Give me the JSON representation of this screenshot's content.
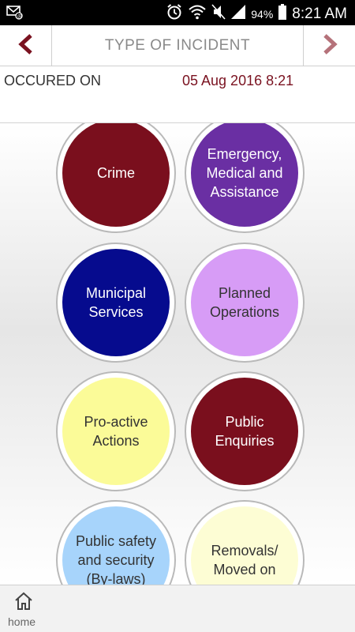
{
  "status_bar": {
    "battery_percent": "94%",
    "time": "8:21 AM",
    "icons": [
      "email-icon",
      "alarm-icon",
      "wifi-icon",
      "mute-icon",
      "signal-icon",
      "battery-icon"
    ]
  },
  "header": {
    "title": "TYPE OF INCIDENT",
    "left_icon": "chevron-left-icon",
    "right_icon": "chevron-right-icon",
    "left_color": "#7a1220",
    "right_color": "#b5727a"
  },
  "occurred": {
    "label": "OCCURED ON",
    "value": "05 Aug 2016 8:21"
  },
  "categories": [
    {
      "label": "Crime",
      "color": "#7a0f1d",
      "text_color": "#ffffff"
    },
    {
      "label": "Emergency,\nMedical and\nAssistance",
      "color": "#6a2fa3",
      "text_color": "#ffffff"
    },
    {
      "label": "Municipal\nServices",
      "color": "#060b8e",
      "text_color": "#ffffff"
    },
    {
      "label": "Planned\nOperations",
      "color": "#d79cf6",
      "text_color": "#333333"
    },
    {
      "label": "Pro-active\nActions",
      "color": "#fbfb98",
      "text_color": "#333333"
    },
    {
      "label": "Public\nEnquiries",
      "color": "#7a0f1d",
      "text_color": "#ffffff"
    },
    {
      "label": "Public safety\nand security\n(By-laws)",
      "color": "#a7d4fb",
      "text_color": "#333333"
    },
    {
      "label": "Removals/\nMoved on",
      "color": "#fdfdd4",
      "text_color": "#333333"
    }
  ],
  "bottom_nav": {
    "home_label": "home",
    "home_icon": "home-icon"
  }
}
